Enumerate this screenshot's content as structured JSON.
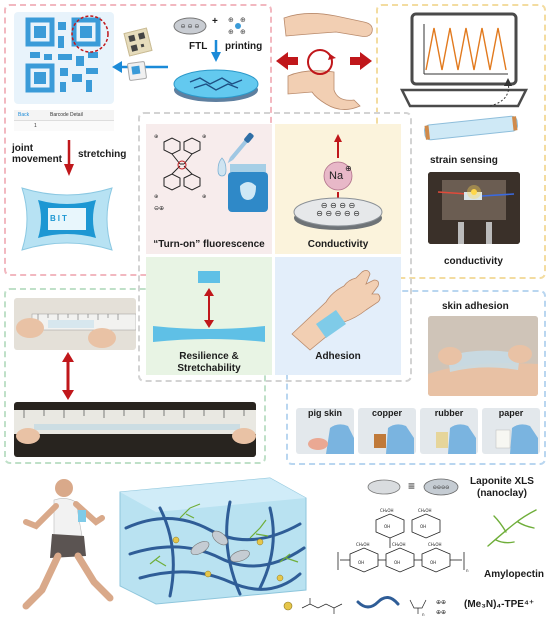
{
  "top_left": {
    "ftl_label": "FTL",
    "plus_label": "+",
    "printing_label": "printing",
    "app_back": "Back",
    "app_title": "Barcode Detail",
    "app_value": "1",
    "joint_movement_label": "joint\nmovement",
    "stretching_label": "stretching",
    "tag_text": "BIT"
  },
  "top_right": {
    "strain_sensing_label": "strain sensing",
    "conductivity_label": "conductivity"
  },
  "center": {
    "turn_on_label": "“Turn-on” fluorescence",
    "conductivity_label": "Conductivity",
    "resilience_label": "Resilience &\nStretchability",
    "adhesion_label": "Adhesion",
    "ion_label": "Na",
    "ion_charge": "⊕"
  },
  "right_mid": {
    "skin_adhesion_label": "skin adhesion",
    "substrates": [
      "pig skin",
      "copper",
      "rubber",
      "paper"
    ]
  },
  "bottom": {
    "laponite_label": "Laponite XLS\n(nanoclay)",
    "equiv_symbol": "≡",
    "amylopectin_label": "Amylopectin",
    "tpe_label": "(Me₃N)₄-TPE⁴⁺"
  },
  "colors": {
    "pink_dash": "#f2b8c0",
    "yellow_dash": "#f3dca0",
    "green_dash": "#bfe0c8",
    "blue_dash": "#b9d6f0",
    "gray_dash": "#d3d3d3",
    "arrow_red": "#c0171b",
    "arrow_blue": "#1a8ad8",
    "fluor_bg": "#f7ecec",
    "cond_bg": "#fbf3dc",
    "resil_bg": "#e8f4e4",
    "adhes_bg": "#e3eefa",
    "gel_blue": "#9ed2ea",
    "fiber_blue": "#2f5d97"
  }
}
